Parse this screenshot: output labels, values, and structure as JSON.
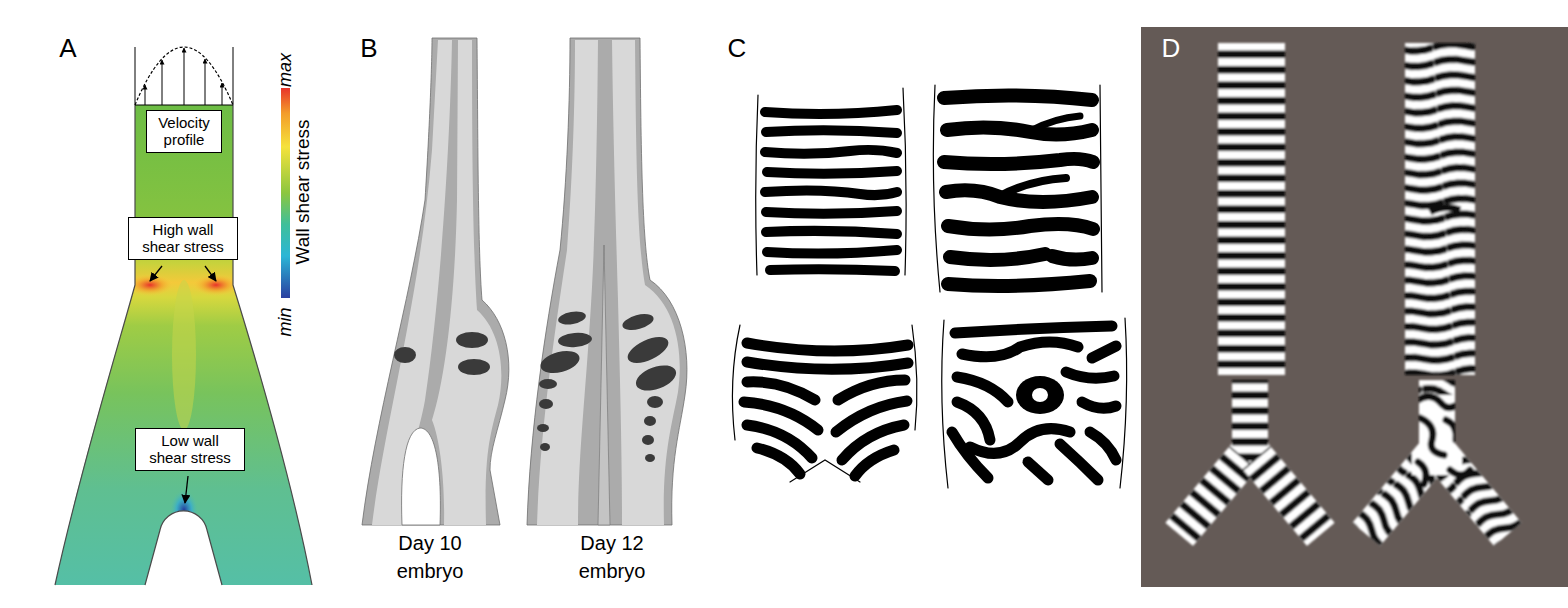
{
  "diagram": {
    "nodes": [
      {
        "text": [
          "Velocity profile"
        ]
      },
      {
        "text": [
          "High wall shear stress"
        ]
      },
      {
        "text": [
          "Low wall shear stress"
        ]
      }
    ],
    "labels": [
      "A",
      "max",
      "Wall shear stress",
      "min",
      "B",
      "Day 10 embryo",
      "Day 12 embryo",
      "C",
      "D"
    ]
  }
}
